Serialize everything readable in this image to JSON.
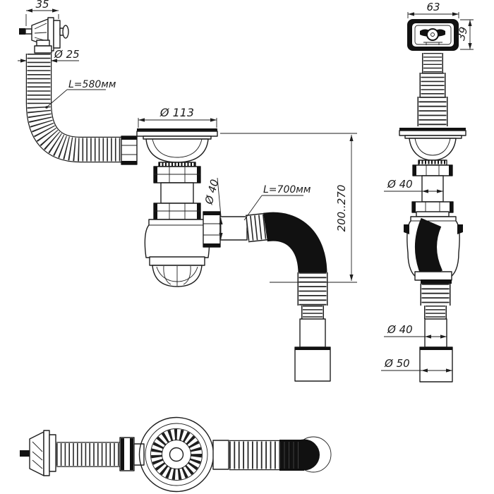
{
  "palette": {
    "line": "#1e1e1e",
    "fill_black": "#111111",
    "background": "#ffffff"
  },
  "views": {
    "side_left": {
      "overflow_width": "35",
      "overflow_hose_diameter": "Ø 25",
      "overflow_hose_length": "L=580мм",
      "drain_flange_diameter": "Ø 113",
      "outlet_diameter": "Ø 40",
      "outlet_hose_length": "L=700мм",
      "installation_height_range": "200..270"
    },
    "side_right": {
      "overflow_width": "63",
      "overflow_height": "39",
      "outlet_pipe_diameter": "Ø 40",
      "tail_pipe_diameter": "Ø 40",
      "tail_cuff_diameter": "Ø 50"
    }
  }
}
